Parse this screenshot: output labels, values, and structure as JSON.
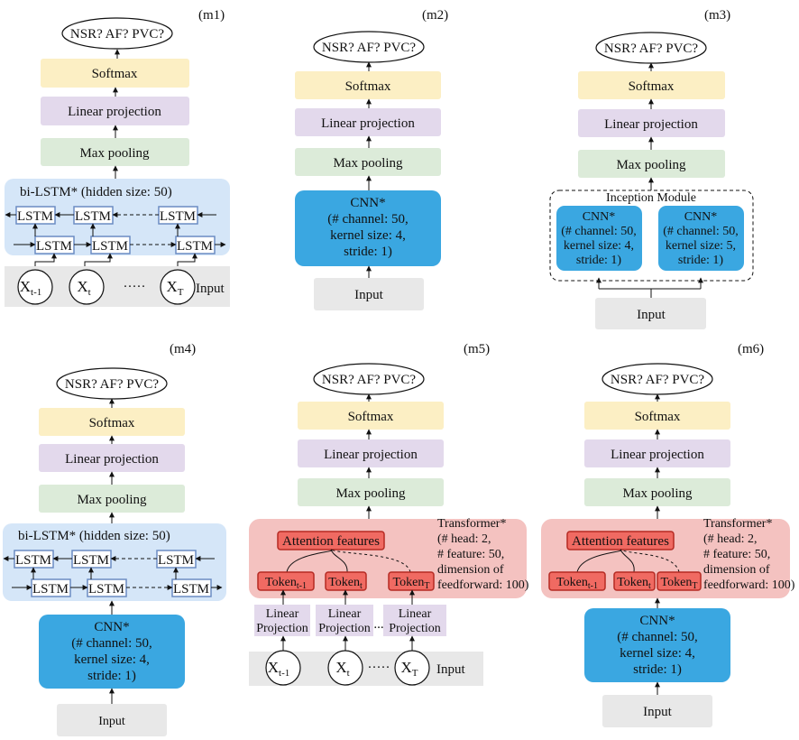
{
  "common": {
    "output": "NSR? AF? PVC?",
    "softmax": "Softmax",
    "linear_projection": "Linear projection",
    "max_pooling": "Max pooling",
    "input": "Input",
    "lstm": "LSTM",
    "bilstm": "bi-LSTM* (hidden size: 50)",
    "ellipsis": "·····",
    "dots": "..."
  },
  "panels": {
    "m1": {
      "tag": "(m1)",
      "x_prev": "X",
      "x_prev_sub": "t-1",
      "x_cur": "X",
      "x_cur_sub": "t",
      "x_last": "X",
      "x_last_sub": "T"
    },
    "m2": {
      "tag": "(m2)",
      "cnn": [
        "CNN*",
        "(# channel: 50,",
        "kernel size: 4,",
        "stride: 1)"
      ]
    },
    "m3": {
      "tag": "(m3)",
      "inception": "Inception Module",
      "cnn_a": [
        "CNN*",
        "(# channel: 50,",
        "kernel size: 4,",
        "stride: 1)"
      ],
      "cnn_b": [
        "CNN*",
        "(# channel: 50,",
        "kernel size: 5,",
        "stride: 1)"
      ]
    },
    "m4": {
      "tag": "(m4)",
      "cnn": [
        "CNN*",
        "(# channel: 50,",
        "kernel size: 4,",
        "stride: 1)"
      ]
    },
    "m5": {
      "tag": "(m5)",
      "attention": "Attention features",
      "token": "Token",
      "token_prev_sub": "t-1",
      "token_cur_sub": "t",
      "token_last_sub": "T",
      "transformer": [
        "Transformer*",
        "(# head: 2,",
        "# feature: 50,",
        "dimension of",
        "feedforward: 100)"
      ],
      "linproj": [
        "Linear",
        "Projection"
      ],
      "x_prev": "X",
      "x_prev_sub": "t-1",
      "x_cur": "X",
      "x_cur_sub": "t",
      "x_last": "X",
      "x_last_sub": "T"
    },
    "m6": {
      "tag": "(m6)",
      "attention": "Attention features",
      "token": "Token",
      "token_prev_sub": "t-1",
      "token_cur_sub": "t",
      "token_last_sub": "T",
      "transformer": [
        "Transformer*",
        "(# head: 2,",
        "# feature: 50,",
        "dimension of",
        "feedforward: 100)"
      ],
      "cnn": [
        "CNN*",
        "(# channel: 50,",
        "kernel size: 4,",
        "stride: 1)"
      ]
    }
  },
  "colors": {
    "softmax": "#fcefc4",
    "linear": "#e3d9ec",
    "maxpool": "#dcebd9",
    "input": "#e8e8e8",
    "lstm_panel": "#d5e6f8",
    "lstm_border": "#6b8cc3",
    "cnn": "#3aa7e1",
    "transformer": "#f4c2c0",
    "token_fill": "#f06a62",
    "token_border": "#b52a23",
    "x_text": "#d21e1e",
    "arrow": "#111111"
  }
}
